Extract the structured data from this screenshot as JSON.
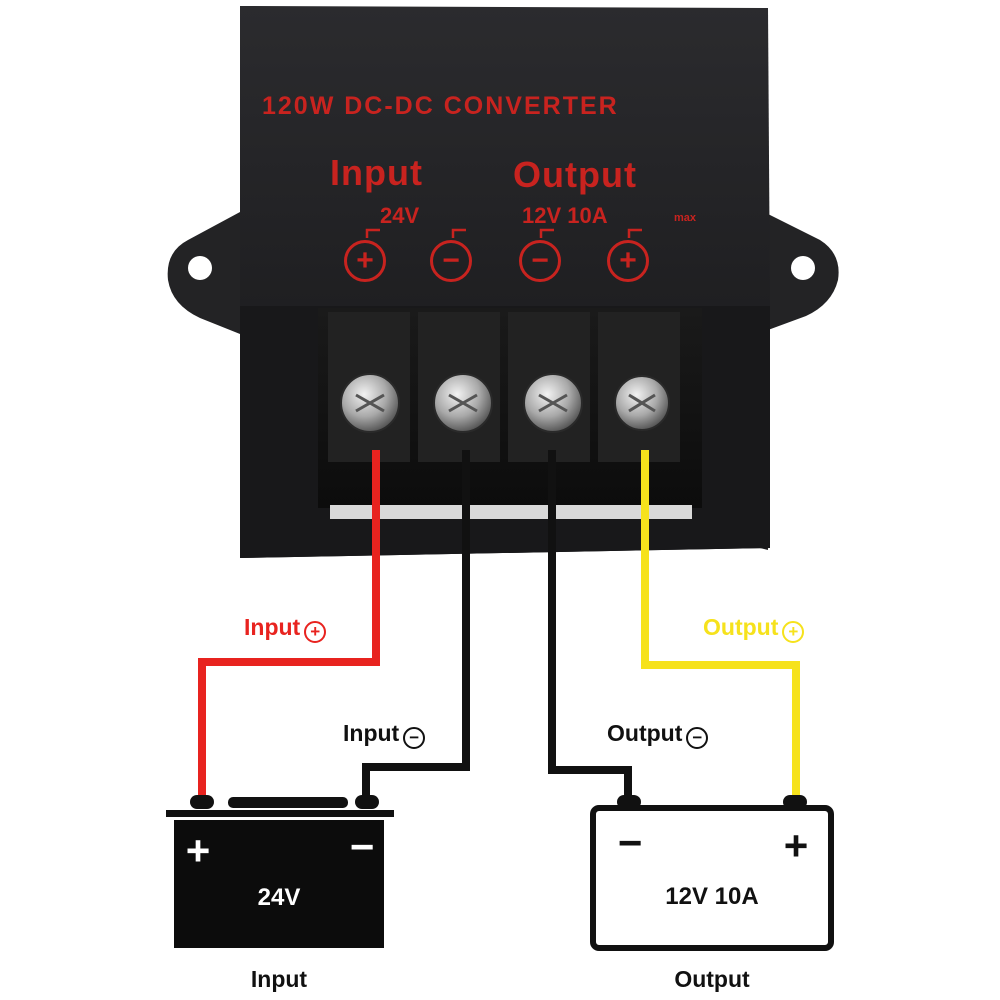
{
  "converter": {
    "title": "120W DC-DC CONVERTER",
    "input_heading": "Input",
    "input_voltage": "24V",
    "output_heading": "Output",
    "output_rating": "12V 10A",
    "output_rating_suffix": "max",
    "terminals": [
      "+",
      "−",
      "−",
      "+"
    ]
  },
  "wires": {
    "input_pos": {
      "label": "Input",
      "symbol": "+",
      "color": "#e8231f"
    },
    "input_neg": {
      "label": "Input",
      "symbol": "−",
      "color": "#111111"
    },
    "output_neg": {
      "label": "Output",
      "symbol": "−",
      "color": "#111111"
    },
    "output_pos": {
      "label": "Output",
      "symbol": "+",
      "color": "#f6e21c"
    }
  },
  "input_battery": {
    "voltage": "24V",
    "pos": "+",
    "neg": "−",
    "caption": "Input"
  },
  "output_battery": {
    "rating": "12V 10A",
    "pos": "+",
    "neg": "−",
    "caption": "Output"
  },
  "colors": {
    "housing": "#1d1d1f",
    "panel_text": "#c8231f",
    "red_wire": "#e8231f",
    "black_wire": "#111111",
    "yellow_wire": "#f6e21c"
  }
}
